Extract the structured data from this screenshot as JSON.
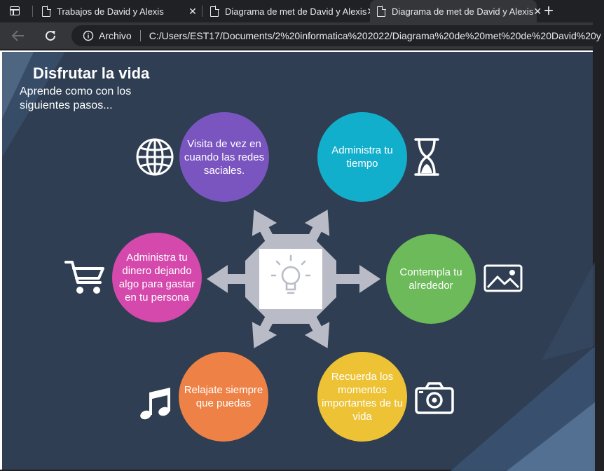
{
  "tabs": [
    {
      "title": "Trabajos de David y Alexis",
      "close": "✕"
    },
    {
      "title": "Diagrama de met de David y Alexis",
      "close": "✕"
    },
    {
      "title": "Diagrama de met de David y Alexis",
      "close": "✕"
    }
  ],
  "new_tab": "+",
  "address": {
    "secure_label": "Archivo",
    "url": "C:/Users/EST17/Documents/2%20informatica%202022/Diagrama%20de%20met%20de%20David%20y"
  },
  "slide": {
    "title": "Disfrutar la vida",
    "subtitle_line1": "Aprende como con los",
    "subtitle_line2": "siguientes pasos...",
    "steps": [
      {
        "text": "Visita de vez en cuando las redes saciales.",
        "color": "#7a55c0",
        "icon": "globe-icon"
      },
      {
        "text": "Administra tu tiempo",
        "color": "#12afcd",
        "icon": "hourglass-icon"
      },
      {
        "text": "Contempla tu alrededor",
        "color": "#6cba5a",
        "icon": "image-icon"
      },
      {
        "text": "Recuerda los momentos importantes de tu vida",
        "color": "#edc235",
        "icon": "camera-icon"
      },
      {
        "text": "Relajate siempre que puedas",
        "color": "#ee8146",
        "icon": "music-note-icon"
      },
      {
        "text": "Administra tu dinero dejando algo para gastar en tu persona",
        "color": "#d549ad",
        "icon": "shopping-cart-icon"
      }
    ],
    "center_icon": "lightbulb-icon"
  }
}
